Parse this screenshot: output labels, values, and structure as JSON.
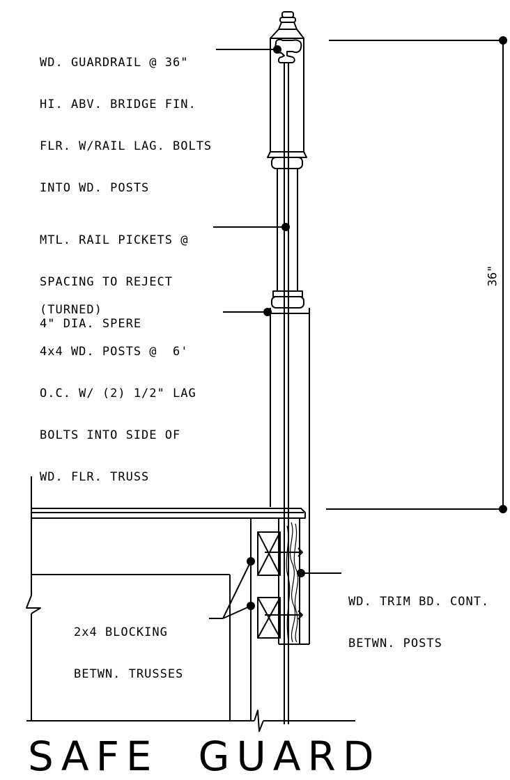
{
  "notes": {
    "guardrail": [
      "WD. GUARDRAIL @ 36\"",
      "HI. ABV. BRIDGE FIN.",
      "FLR. W/RAIL LAG. BOLTS",
      "INTO WD. POSTS"
    ],
    "pickets": [
      "MTL. RAIL PICKETS @",
      "SPACING TO REJECT",
      "4\" DIA. SPERE"
    ],
    "posts": [
      "(TURNED)",
      "4x4 WD. POSTS @  6'",
      "O.C. W/ (2) 1/2\" LAG",
      "BOLTS INTO SIDE OF",
      "WD. FLR. TRUSS"
    ],
    "trim": [
      "WD. TRIM BD. CONT.",
      "BETWN. POSTS"
    ],
    "blocking": [
      "2x4 BLOCKING",
      "BETWN. TRUSSES"
    ]
  },
  "dimension": {
    "height_label": "36\""
  },
  "title": "SAFE  GUARD",
  "colors": {
    "line": "#000000",
    "background": "#ffffff"
  }
}
